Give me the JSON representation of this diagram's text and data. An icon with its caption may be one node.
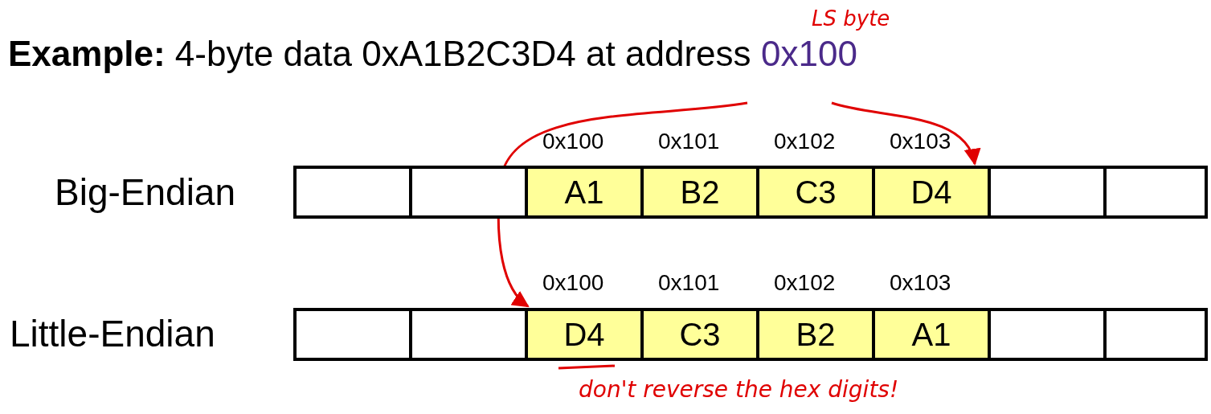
{
  "diagram": {
    "nodes": [
      {
        "text": [],
        "shape": "box"
      },
      {
        "text": [],
        "shape": "box"
      },
      {
        "text": [
          "A1"
        ]
      },
      {
        "text": [
          "B2"
        ]
      },
      {
        "text": [
          "C3"
        ]
      },
      {
        "text": [
          "D4"
        ]
      },
      {
        "text": [],
        "shape": "box"
      },
      {
        "text": [],
        "shape": "box"
      },
      {
        "text": [],
        "shape": "box"
      },
      {
        "text": [],
        "shape": "box"
      },
      {
        "text": [
          "D4"
        ]
      },
      {
        "text": [
          "C3"
        ]
      },
      {
        "text": [
          "B2"
        ]
      },
      {
        "text": [
          "A1"
        ]
      },
      {
        "text": [],
        "shape": "box"
      },
      {
        "text": [],
        "shape": "box"
      }
    ],
    "edges": [
      {
        "from": null,
        "to": 5,
        "arrow": "to"
      },
      {
        "from": null,
        "to": 10,
        "arrow": "to"
      }
    ],
    "labels": [
      "LS byte",
      "**Example:**  4-byte data 0xA1B2C3D4 at address",
      "0x100",
      "0x100",
      "0x101",
      "0x102",
      "0x103",
      "Big-Endian",
      "0x100",
      "0x101",
      "0x102",
      "0x103",
      "Little-Endian",
      "don't reverse the hex digits!"
    ]
  }
}
